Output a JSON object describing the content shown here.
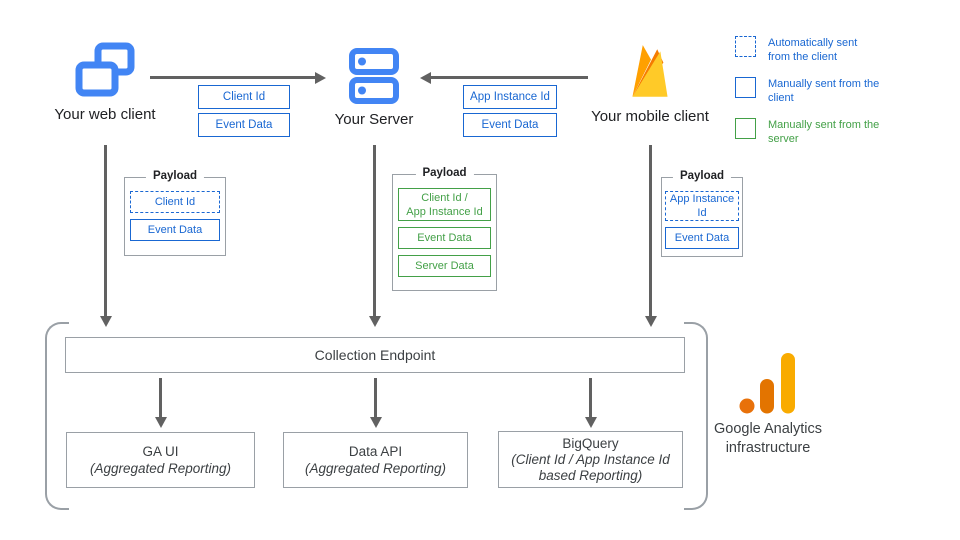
{
  "nodes": {
    "web_client": {
      "label": "Your web client"
    },
    "server": {
      "label": "Your Server"
    },
    "mobile_client": {
      "label": "Your mobile client"
    }
  },
  "edges": {
    "web_to_server": {
      "tags": [
        "Client Id",
        "Event Data"
      ]
    },
    "mobile_to_server": {
      "tags": [
        "App Instance Id",
        "Event Data"
      ]
    }
  },
  "payloads": {
    "web": {
      "title": "Payload",
      "items": [
        {
          "label": "Client Id",
          "sent": "automatically-from-client"
        },
        {
          "label": "Event Data",
          "sent": "manually-from-client"
        }
      ]
    },
    "server": {
      "title": "Payload",
      "items": [
        {
          "label": "Client Id /\nApp Instance Id",
          "sent": "manually-from-server"
        },
        {
          "label": "Event Data",
          "sent": "manually-from-server"
        },
        {
          "label": "Server Data",
          "sent": "manually-from-server"
        }
      ]
    },
    "mobile": {
      "title": "Payload",
      "items": [
        {
          "label": "App Instance Id",
          "sent": "automatically-from-client"
        },
        {
          "label": "Event Data",
          "sent": "manually-from-client"
        }
      ]
    }
  },
  "legend": {
    "items": [
      {
        "label": "Automatically sent from the client",
        "style": "dashed-blue"
      },
      {
        "label": "Manually sent from the client",
        "style": "solid-blue"
      },
      {
        "label": "Manually sent from the server",
        "style": "solid-green"
      }
    ]
  },
  "infrastructure": {
    "collection_endpoint": "Collection Endpoint",
    "outputs": [
      {
        "title": "GA UI",
        "subtitle": "(Aggregated Reporting)"
      },
      {
        "title": "Data API",
        "subtitle": "(Aggregated Reporting)"
      },
      {
        "title": "BigQuery",
        "subtitle": "(Client Id / App Instance Id based Reporting)"
      }
    ],
    "label": "Google Analytics infrastructure"
  },
  "colors": {
    "icon_blue": "#4285F4",
    "chip_blue": "#1967D2",
    "chip_green": "#43A047",
    "arrow_gray": "#616161",
    "box_border_gray": "#9AA0A6",
    "firebase": [
      "#FFA000",
      "#F57C00",
      "#FFCA28"
    ],
    "ga_logo": [
      "#E8710A",
      "#E37400",
      "#F9AB00"
    ]
  }
}
